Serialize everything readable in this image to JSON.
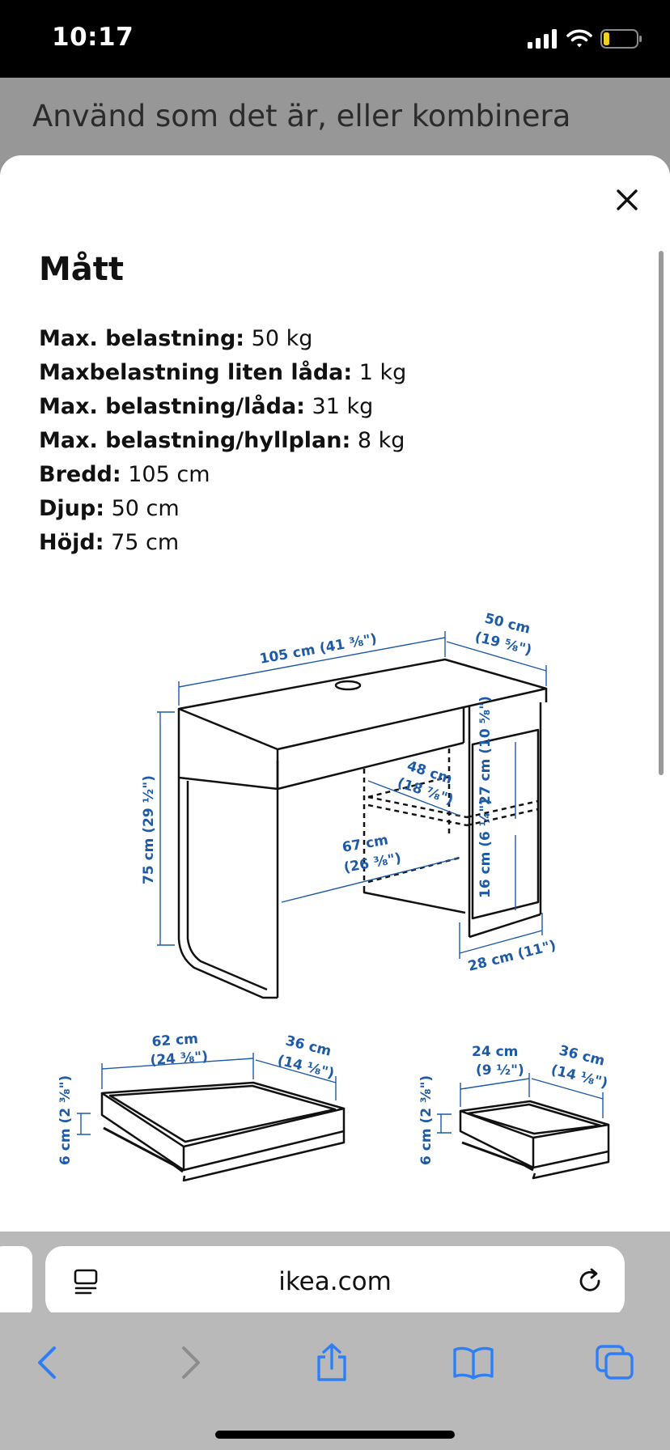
{
  "status": {
    "time": "10:17"
  },
  "background": {
    "title": "Använd som det är, eller kombinera"
  },
  "sheet": {
    "heading": "Mått",
    "specs": [
      {
        "label": "Max. belastning:",
        "value": " 50 kg"
      },
      {
        "label": "Maxbelastning liten låda:",
        "value": " 1 kg"
      },
      {
        "label": "Max. belastning/låda:",
        "value": " 31 kg"
      },
      {
        "label": "Max. belastning/hyllplan:",
        "value": " 8 kg"
      },
      {
        "label": "Bredd:",
        "value": " 105 cm"
      },
      {
        "label": "Djup:",
        "value": " 50 cm"
      },
      {
        "label": "Höjd:",
        "value": " 75 cm"
      }
    ],
    "diagram": {
      "desk_width": "105 cm (41 ⅜\")",
      "desk_depth_1": "50 cm",
      "desk_depth_2": "(19 ⅝\")",
      "desk_height": "75 cm (29 ½\")",
      "inner_depth_1": "48 cm",
      "inner_depth_2": "(18 ⅞\")",
      "inner_width_1": "67 cm",
      "inner_width_2": "(26 ⅜\")",
      "shelf_upper": "27 cm (10 ⅝\")",
      "shelf_lower": "16 cm (6 ¼\")",
      "cabinet_width": "28 cm (11\")",
      "big_drawer_width_1": "62 cm",
      "big_drawer_width_2": "(24 ⅜\")",
      "big_drawer_depth_1": "36 cm",
      "big_drawer_depth_2": "(14 ⅛\")",
      "big_drawer_height": "6 cm (2 ⅜\")",
      "small_drawer_width_1": "24 cm",
      "small_drawer_width_2": "(9 ½\")",
      "small_drawer_depth_1": "36 cm",
      "small_drawer_depth_2": "(14 ⅛\")",
      "small_drawer_height": "6 cm (2 ⅜\")"
    }
  },
  "browser": {
    "url": "ikea.com"
  },
  "colors": {
    "dimension": "#1d5aa8",
    "toolbar_icon": "#2f7ef6"
  }
}
